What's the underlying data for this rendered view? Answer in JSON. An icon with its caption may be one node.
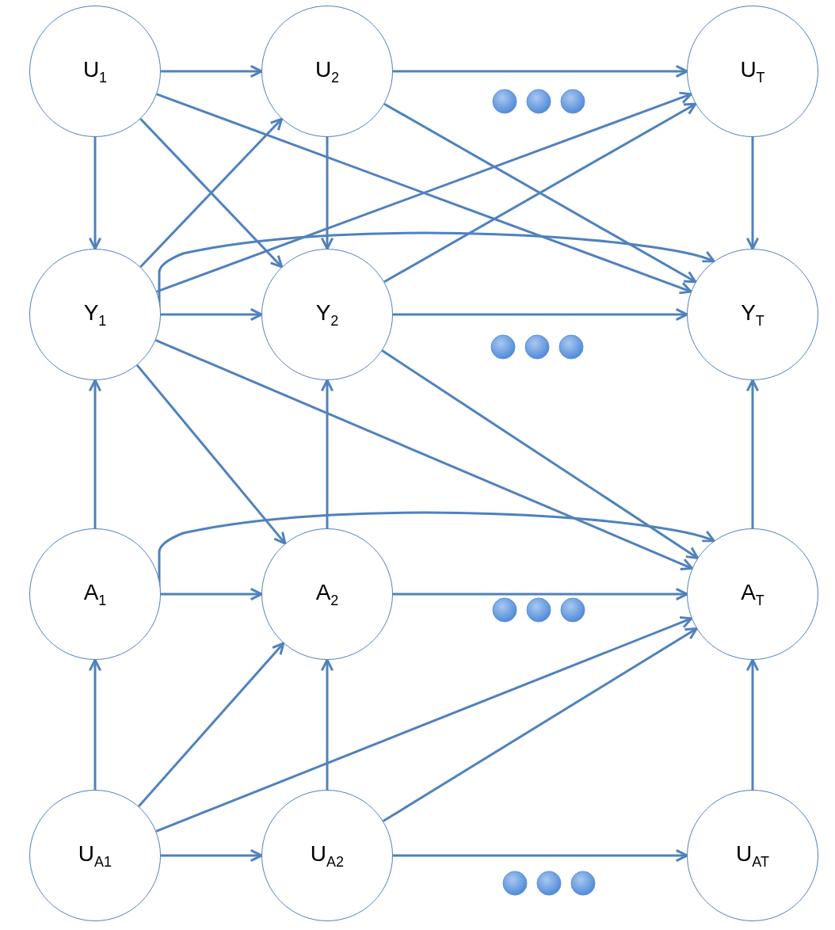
{
  "diagram": {
    "nodes": [
      {
        "text": [
          "U$_{1}$"
        ]
      },
      {
        "text": [
          "U$_{2}$"
        ]
      },
      {
        "text": [
          "U$_{T}$"
        ]
      },
      {
        "text": [
          "Y$_{1}$"
        ]
      },
      {
        "text": [
          "Y$_{2}$"
        ]
      },
      {
        "text": [
          "Y$_{T}$"
        ]
      },
      {
        "text": [
          "A$_{1}$"
        ]
      },
      {
        "text": [
          "A$_{2}$"
        ]
      },
      {
        "text": [
          "A$_{T}$"
        ]
      },
      {
        "text": [
          "U$_{A1}$"
        ]
      },
      {
        "text": [
          "U$_{A2}$"
        ]
      },
      {
        "text": [
          "U$_{AT}$"
        ]
      }
    ],
    "edges": [
      {
        "from": 0,
        "to": 1,
        "arrow": "to"
      },
      {
        "from": 1,
        "to": 2,
        "arrow": "to"
      },
      {
        "from": 0,
        "to": 3,
        "arrow": "to"
      },
      {
        "from": 0,
        "to": 4,
        "arrow": "to"
      },
      {
        "from": 0,
        "to": 5,
        "arrow": "to"
      },
      {
        "from": 1,
        "to": 4,
        "arrow": "to"
      },
      {
        "from": 1,
        "to": 5,
        "arrow": "to"
      },
      {
        "from": 2,
        "to": 5,
        "arrow": "to"
      },
      {
        "from": 3,
        "to": 1,
        "arrow": "to"
      },
      {
        "from": 3,
        "to": 2,
        "arrow": "to"
      },
      {
        "from": 3,
        "to": 5,
        "arrow": "to"
      },
      {
        "from": 4,
        "to": 2,
        "arrow": "to"
      },
      {
        "from": 3,
        "to": 4,
        "arrow": "to"
      },
      {
        "from": 4,
        "to": 5,
        "arrow": "to"
      },
      {
        "from": 3,
        "to": 7,
        "arrow": "to"
      },
      {
        "from": 3,
        "to": 8,
        "arrow": "to"
      },
      {
        "from": 4,
        "to": 8,
        "arrow": "to"
      },
      {
        "from": 6,
        "to": 3,
        "arrow": "to"
      },
      {
        "from": 7,
        "to": 4,
        "arrow": "to"
      },
      {
        "from": 8,
        "to": 5,
        "arrow": "to"
      },
      {
        "from": 6,
        "to": 7,
        "arrow": "to"
      },
      {
        "from": 6,
        "to": 8,
        "arrow": "to"
      },
      {
        "from": 7,
        "to": 8,
        "arrow": "to"
      },
      {
        "from": 9,
        "to": 6,
        "arrow": "to"
      },
      {
        "from": 9,
        "to": 7,
        "arrow": "to"
      },
      {
        "from": 9,
        "to": 8,
        "arrow": "to"
      },
      {
        "from": 10,
        "to": 7,
        "arrow": "to"
      },
      {
        "from": 10,
        "to": 8,
        "arrow": "to"
      },
      {
        "from": 11,
        "to": 8,
        "arrow": "to"
      },
      {
        "from": 9,
        "to": 10,
        "arrow": "to"
      },
      {
        "from": 10,
        "to": 11,
        "arrow": "to"
      }
    ]
  }
}
